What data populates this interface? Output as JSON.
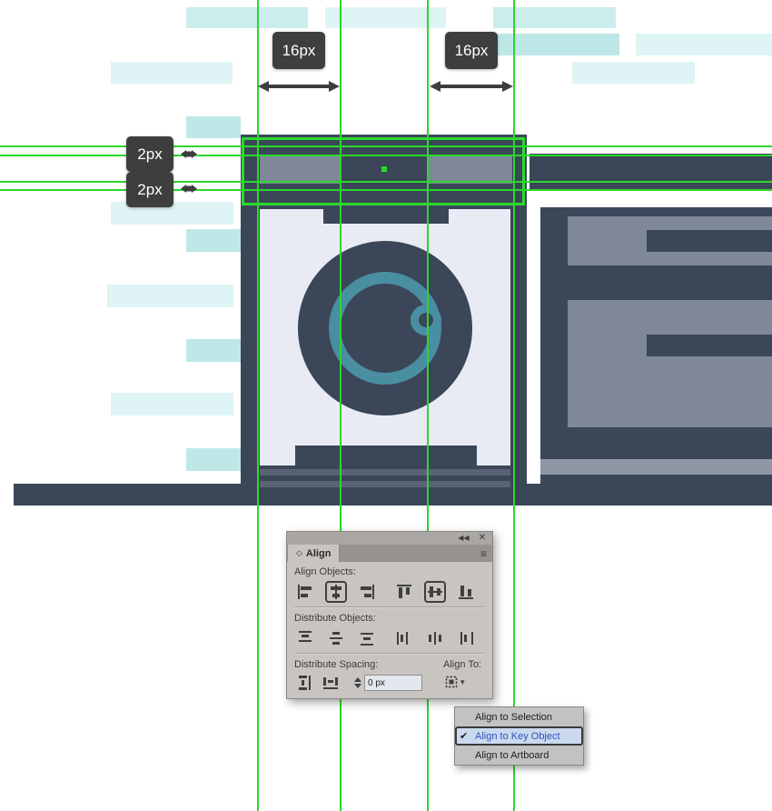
{
  "artboard": {
    "measurement_labels": {
      "left_gap": "16px",
      "right_gap": "16px",
      "top_gap": "2px",
      "bottom_gap": "2px"
    }
  },
  "align_panel": {
    "tab_label": "Align",
    "header": {
      "cycle_icon": "◇",
      "collapse_icon": "◀◀",
      "close_icon": "✕",
      "menu_icon": "≡"
    },
    "sections": {
      "align_objects": "Align Objects:",
      "distribute_objects": "Distribute Objects:",
      "distribute_spacing": "Distribute Spacing:",
      "align_to": "Align To:"
    },
    "spacing_value": "0 px",
    "dropdown_arrow": "▾"
  },
  "align_to_menu": {
    "check_glyph": "✔",
    "items": [
      {
        "label": "Align to Selection",
        "checked": false,
        "selected": false
      },
      {
        "label": "Align to Key Object",
        "checked": true,
        "selected": true
      },
      {
        "label": "Align to Artboard",
        "checked": false,
        "selected": false
      }
    ]
  },
  "colors": {
    "machine_navy": "#3B4659",
    "machine_gray": "#7E8899",
    "machine_front": "#E9EBF4",
    "door_teal": "#4A8EA1",
    "guide_green": "#2BD82B",
    "tooltip_bg": "#3E3E3E",
    "menu_selected_text": "#2B54C0"
  }
}
